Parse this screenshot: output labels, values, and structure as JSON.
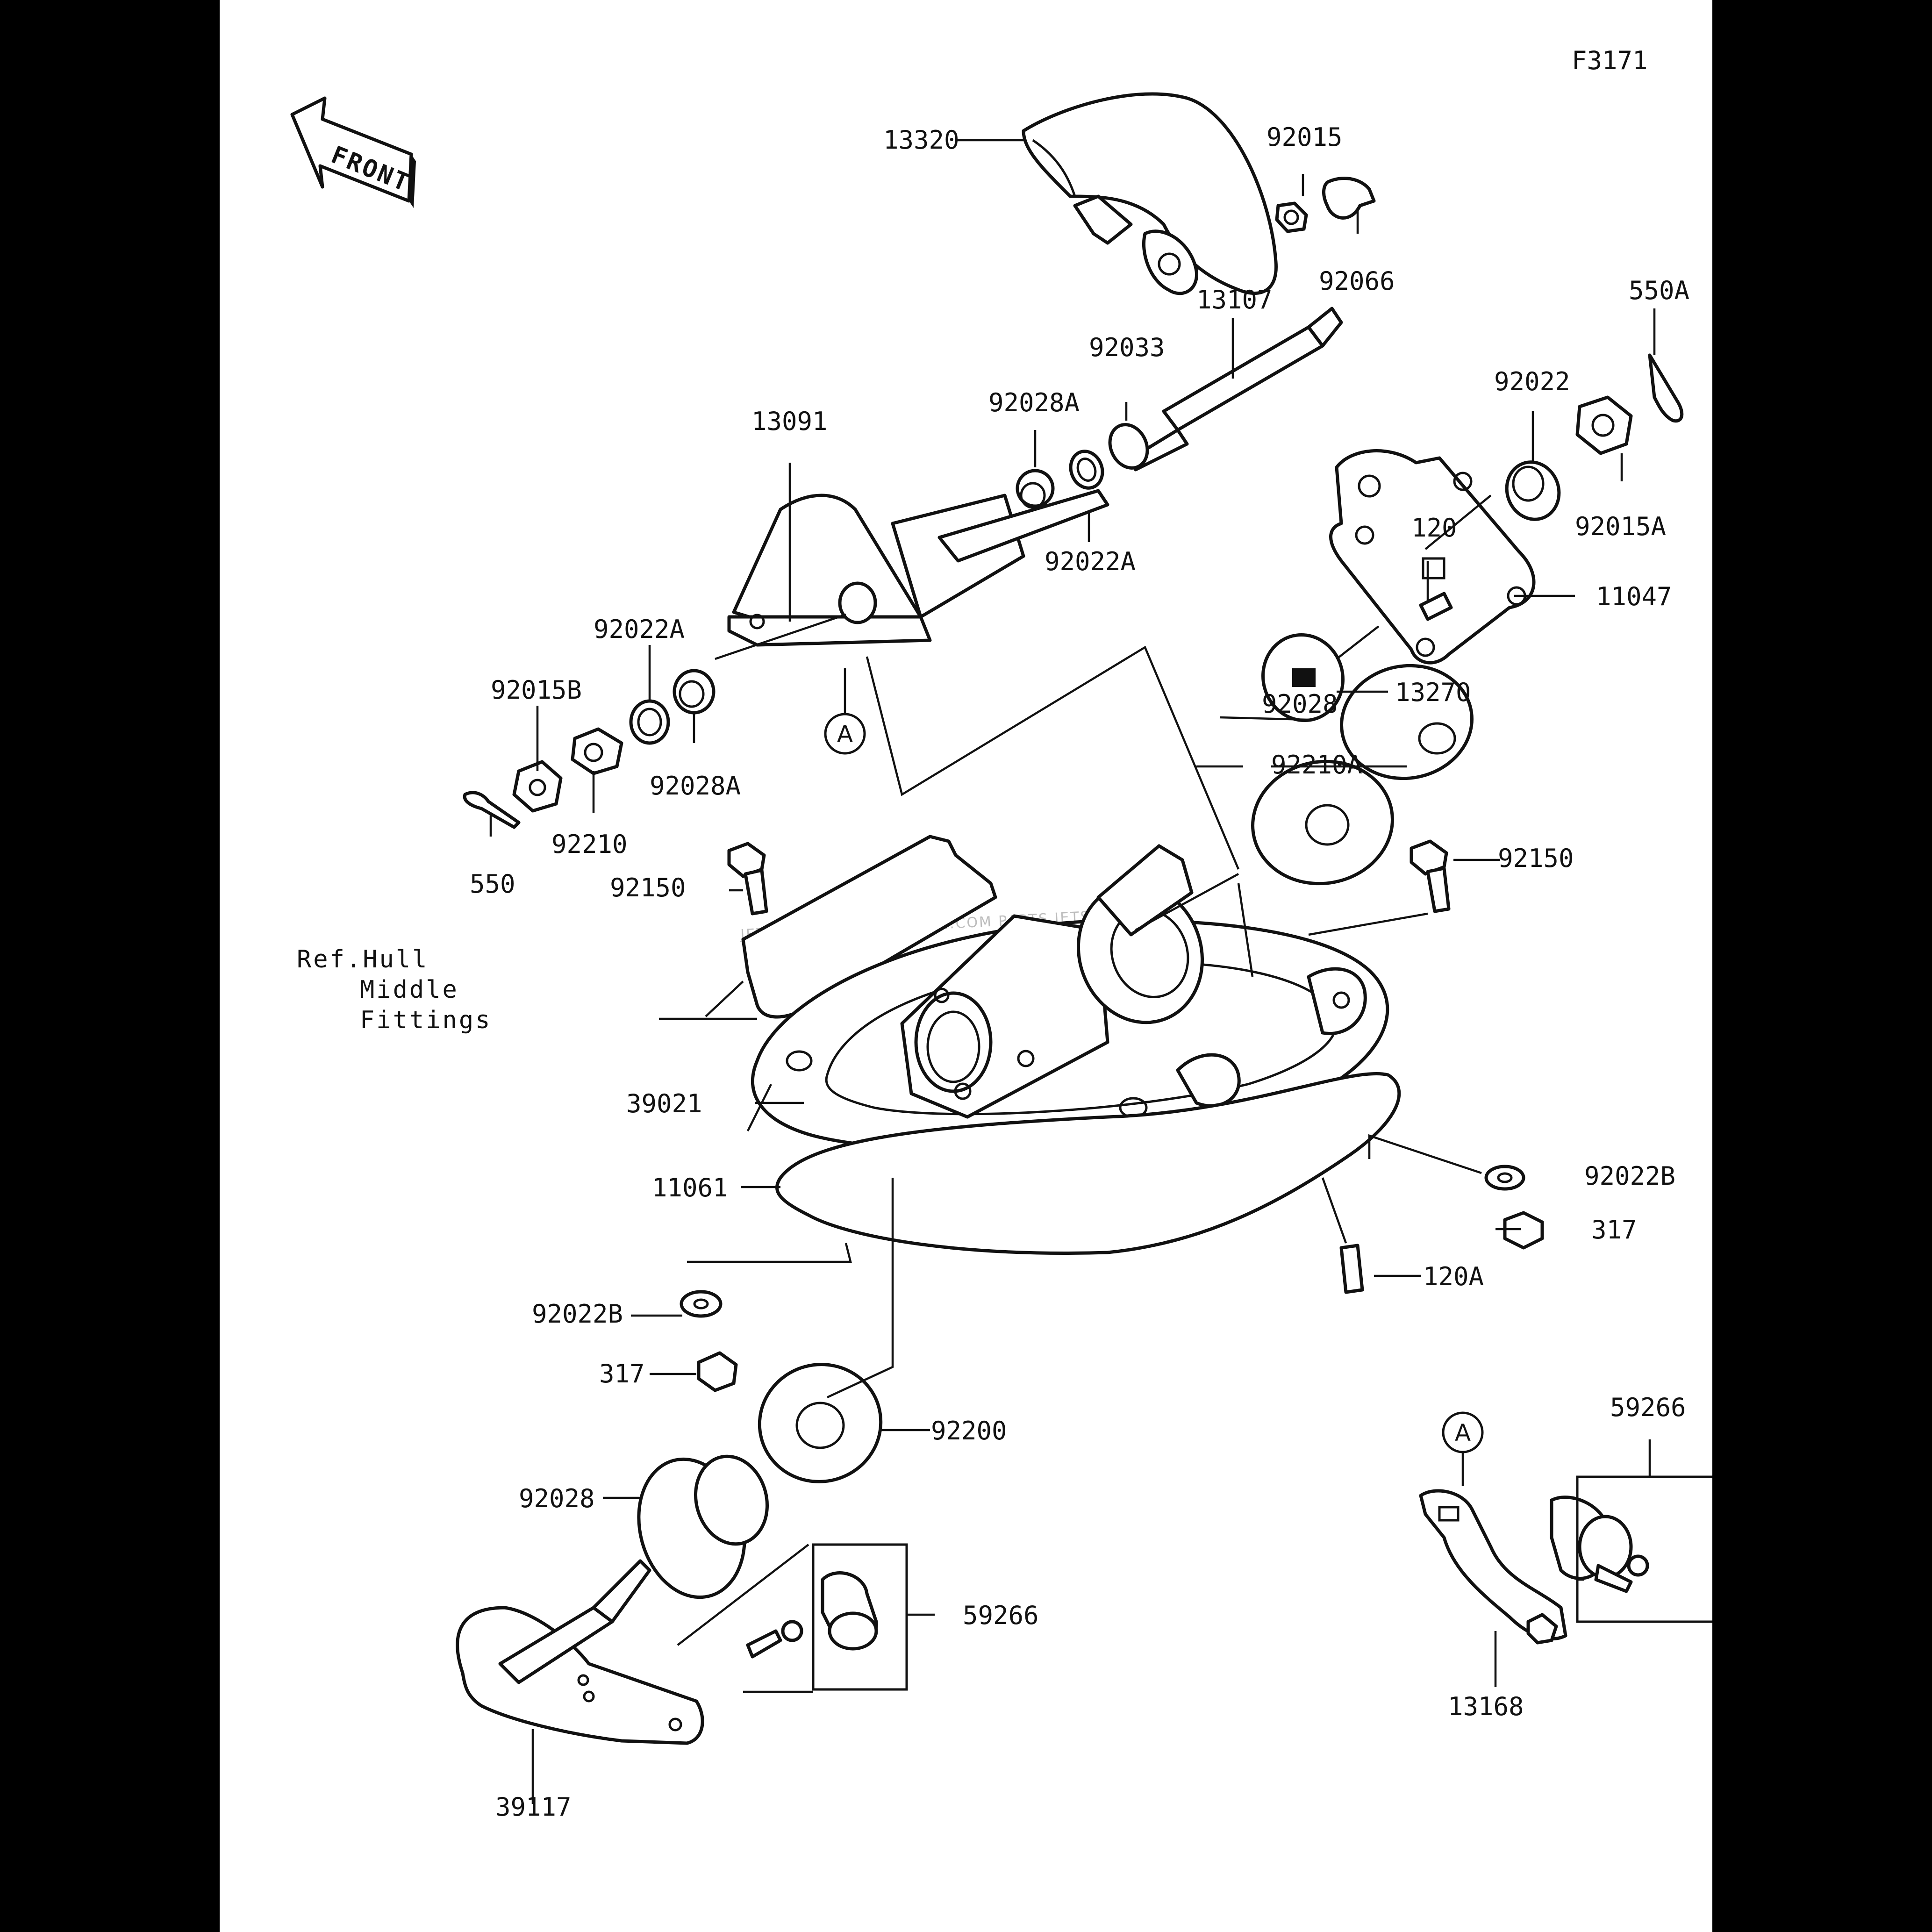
{
  "figure_code": "F3171",
  "front_arrow_label": "FRONT",
  "watermark": "JETSKI.COM  PARTS.JETSKI.COM  PARTS.JETSKI.COM",
  "reference_note": [
    "Ref.Hull",
    "Middle",
    "Fittings"
  ],
  "callout_marker": "A",
  "parts": {
    "p13320": "13320",
    "p92015": "92015",
    "p92066": "92066",
    "p13107": "13107",
    "p92033": "92033",
    "p550A": "550A",
    "p92028A_top": "92028A",
    "p13091": "13091",
    "p92022A_lower": "92022A",
    "p92022": "92022",
    "p92015A": "92015A",
    "p11047": "11047",
    "p120": "120",
    "p13270": "13270",
    "p92022A_left": "92022A",
    "p92015B": "92015B",
    "p92028A_left": "92028A",
    "p92210": "92210",
    "p550": "550",
    "p92028_top": "92028",
    "p92210A": "92210A",
    "p92150_left": "92150",
    "p92150_right": "92150",
    "p39021": "39021",
    "p11061": "11061",
    "p92022B_right": "92022B",
    "p317_right": "317",
    "p120A": "120A",
    "p92022B_left": "92022B",
    "p317_left": "317",
    "p92200": "92200",
    "p92028_bottom": "92028",
    "p59266_left": "59266",
    "p39117": "39117",
    "p59266_right": "59266",
    "p13168": "13168"
  }
}
